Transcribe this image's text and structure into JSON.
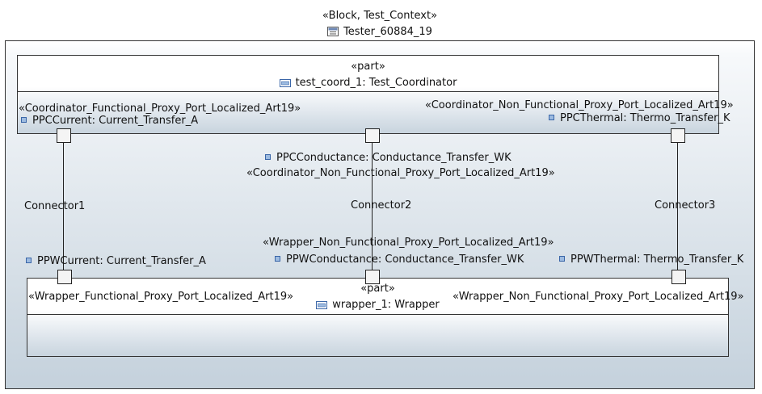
{
  "block": {
    "stereotype": "«Block, Test_Context»",
    "name": "Tester_60884_19",
    "icon": "block-icon"
  },
  "parts": {
    "coordinator": {
      "stereotype": "«part»",
      "name": "test_coord_1: Test_Coordinator",
      "icon": "part-icon"
    },
    "wrapper": {
      "stereotype": "«part»",
      "name": "wrapper_1: Wrapper",
      "icon": "part-icon"
    }
  },
  "ports": {
    "ppc_current": {
      "stereotype": "«Coordinator_Functional_Proxy_Port_Localized_Art19»",
      "name": "PPCCurrent: Current_Transfer_A"
    },
    "ppc_thermal": {
      "stereotype": "«Coordinator_Non_Functional_Proxy_Port_Localized_Art19»",
      "name": "PPCThermal: Thermo_Transfer_K"
    },
    "ppc_conductance": {
      "stereotype": "«Coordinator_Non_Functional_Proxy_Port_Localized_Art19»",
      "name": "PPCConductance: Conductance_Transfer_WK"
    },
    "ppw_current": {
      "stereotype": "«Wrapper_Functional_Proxy_Port_Localized_Art19»",
      "name": "PPWCurrent: Current_Transfer_A"
    },
    "ppw_conductance": {
      "stereotype": "«Wrapper_Non_Functional_Proxy_Port_Localized_Art19»",
      "name": "PPWConductance: Conductance_Transfer_WK"
    },
    "ppw_thermal": {
      "stereotype": "«Wrapper_Non_Functional_Proxy_Port_Localized_Art19»",
      "name": "PPWThermal: Thermo_Transfer_K"
    }
  },
  "connectors": [
    {
      "name": "Connector1"
    },
    {
      "name": "Connector2"
    },
    {
      "name": "Connector3"
    }
  ],
  "colors": {
    "frame_border": "#333333",
    "gradient_bottom": "#c4d1dc",
    "port_icon": "#9dbbe0"
  }
}
